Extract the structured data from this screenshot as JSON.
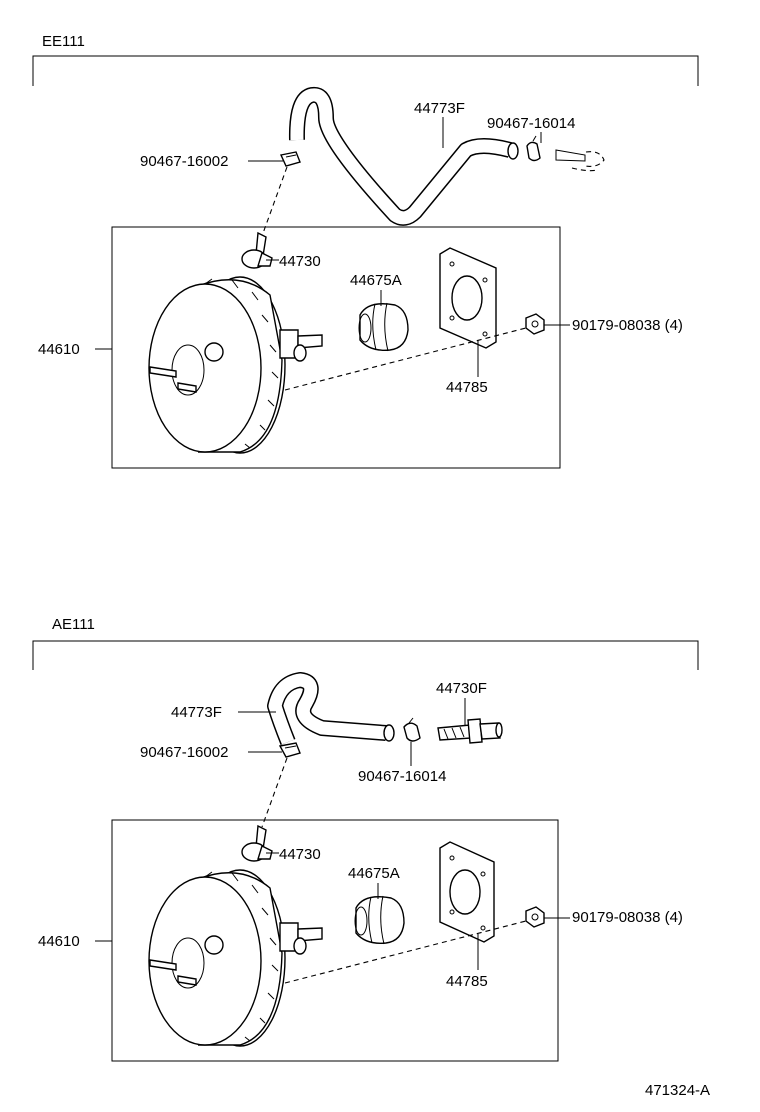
{
  "diagram_id": "471324-A",
  "sections": [
    {
      "model": "EE111",
      "labels": {
        "booster": "44610",
        "check_valve": "44730",
        "hose": "44773F",
        "clip_a": "90467-16002",
        "clip_b": "90467-16014",
        "boot": "44675A",
        "gasket": "44785",
        "nut": "90179-08038 (4)"
      }
    },
    {
      "model": "AE111",
      "labels": {
        "booster": "44610",
        "check_valve": "44730",
        "hose": "44773F",
        "union": "44730F",
        "clip_a": "90467-16002",
        "clip_b": "90467-16014",
        "boot": "44675A",
        "gasket": "44785",
        "nut": "90179-08038 (4)"
      }
    }
  ]
}
